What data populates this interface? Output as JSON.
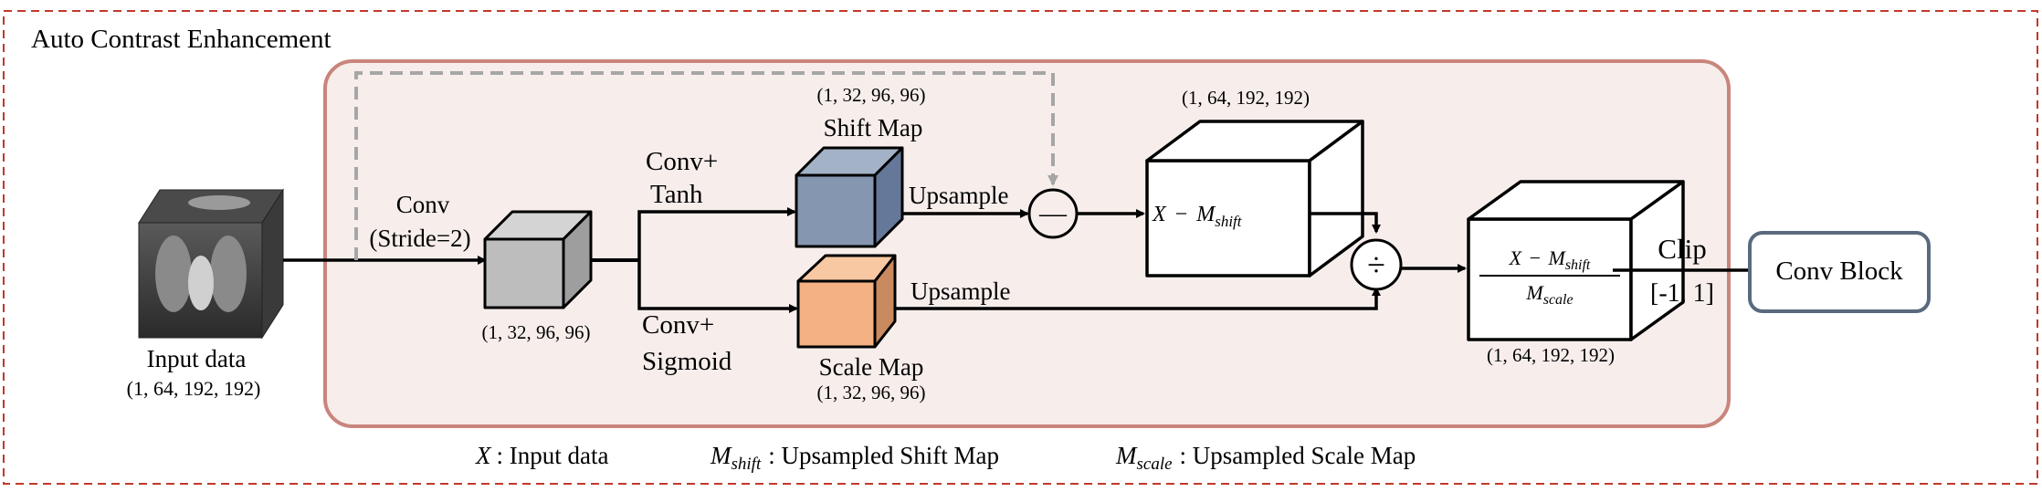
{
  "title": "Auto Contrast Enhancement",
  "input": {
    "label": "Input data",
    "shape": "(1, 64, 192, 192)"
  },
  "conv": {
    "line1": "Conv",
    "line2": "(Stride=2)",
    "shape": "(1, 32, 96, 96)"
  },
  "branch_top": {
    "line1": "Conv+",
    "line2": "Tanh"
  },
  "branch_bottom": {
    "line1": "Conv+",
    "line2": "Sigmoid"
  },
  "shift_map": {
    "label": "Shift Map",
    "shape": "(1, 32, 96, 96)"
  },
  "scale_map": {
    "label": "Scale Map",
    "shape": "(1, 32, 96, 96)"
  },
  "upsample_top": "Upsample",
  "upsample_bottom": "Upsample",
  "minus_symbol": "—",
  "divide_symbol": "÷",
  "sub_block": {
    "shape": "(1, 64, 192, 192)",
    "expr_x": "X",
    "expr_op": "−",
    "expr_m": "M",
    "expr_sub": "shift"
  },
  "div_block": {
    "shape": "(1, 64, 192, 192)",
    "num_x": "X",
    "num_op": "−",
    "num_m": "M",
    "num_sub": "shift",
    "den_m": "M",
    "den_sub": "scale"
  },
  "clip": {
    "label": "Clip",
    "range": "[-1, 1]"
  },
  "conv_block": "Conv Block",
  "legend": {
    "x_sym": "X",
    "x_desc": ": Input data",
    "shift_sym": "M",
    "shift_sub": "shift",
    "shift_desc": ": Upsampled Shift Map",
    "scale_sym": "M",
    "scale_sub": "scale",
    "scale_desc": ": Upsampled Scale Map"
  },
  "colors": {
    "frame": "#c0392b",
    "panel_fill": "#f7eeec",
    "panel_stroke": "#c9857c",
    "conv_cube": "#bdbdbd",
    "shift_cube": "#8496b0",
    "scale_cube": "#f4b183",
    "skip_arrow": "#a6a6a6",
    "conv_block_stroke": "#5a6a7e"
  }
}
